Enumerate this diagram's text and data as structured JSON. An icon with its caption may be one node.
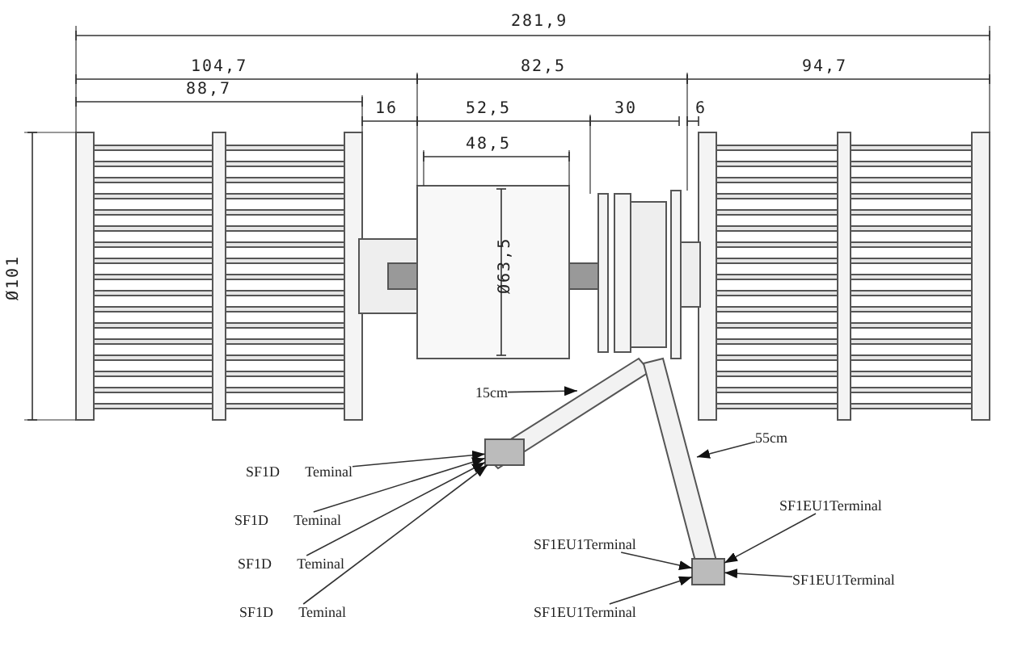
{
  "diagram": {
    "nodes": [
      {
        "text": [
          "15cm"
        ]
      },
      {
        "text": [
          "55cm"
        ]
      },
      {
        "text": [
          "SF1D Teminal"
        ]
      },
      {
        "text": [
          "SF1EU1Terminal"
        ]
      },
      {
        "text": [
          "SF1D Teminal"
        ]
      },
      {
        "text": [
          "SF1EU1Terminal"
        ]
      },
      {
        "text": [
          "SF1D Teminal"
        ]
      },
      {
        "text": [
          "SF1EU1Terminal"
        ]
      },
      {
        "text": [
          "SF1D Teminal"
        ]
      },
      {
        "text": [
          "SF1EU1Terminal"
        ]
      },
      {
        "text": [],
        "shape": "box"
      },
      {
        "text": [],
        "shape": "box"
      }
    ],
    "edges": [
      {
        "from": 0,
        "to": null,
        "arrow": "to"
      },
      {
        "from": 1,
        "to": null,
        "arrow": "to"
      },
      {
        "from": 2,
        "to": 10,
        "arrow": "to"
      },
      {
        "from": 3,
        "to": 11,
        "arrow": "to"
      },
      {
        "from": 4,
        "to": 10,
        "arrow": "to"
      },
      {
        "from": 5,
        "to": 11,
        "arrow": "to"
      },
      {
        "from": 6,
        "to": 10,
        "arrow": "to"
      },
      {
        "from": 7,
        "to": 11,
        "arrow": "to"
      },
      {
        "from": 8,
        "to": 10,
        "arrow": "to"
      },
      {
        "from": 9,
        "to": 11,
        "arrow": "to"
      }
    ],
    "labels": [
      "281,9",
      "104,7",
      "82,5",
      "94,7",
      "88,7",
      "16",
      "52,5",
      "30",
      "6",
      "48,5",
      "Ø101",
      "Ø63,5"
    ]
  }
}
